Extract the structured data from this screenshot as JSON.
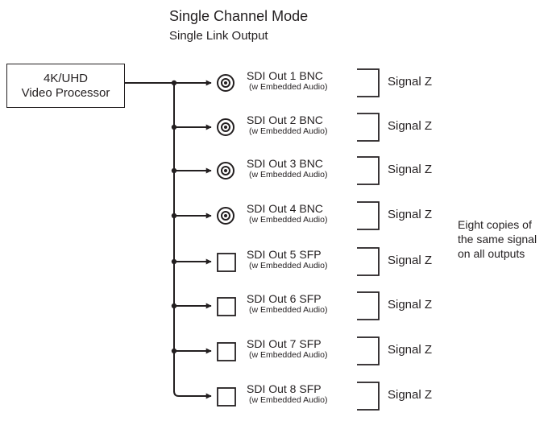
{
  "title": "Single Channel Mode",
  "subtitle": "Single Link Output",
  "processor": {
    "line1": "4K/UHD",
    "line2": "Video Processor"
  },
  "outputs": [
    {
      "name": "SDI Out 1 BNC",
      "sub": "(w Embedded Audio)",
      "connector": "bnc-icon",
      "signal": "Signal Z"
    },
    {
      "name": "SDI Out 2 BNC",
      "sub": "(w Embedded Audio)",
      "connector": "bnc-icon",
      "signal": "Signal Z"
    },
    {
      "name": "SDI Out 3 BNC",
      "sub": "(w Embedded Audio)",
      "connector": "bnc-icon",
      "signal": "Signal Z"
    },
    {
      "name": "SDI Out 4 BNC",
      "sub": "(w Embedded Audio)",
      "connector": "bnc-icon",
      "signal": "Signal Z"
    },
    {
      "name": "SDI Out 5 SFP",
      "sub": "(w Embedded Audio)",
      "connector": "sfp-icon",
      "signal": "Signal Z"
    },
    {
      "name": "SDI Out 6 SFP",
      "sub": "(w Embedded Audio)",
      "connector": "sfp-icon",
      "signal": "Signal Z"
    },
    {
      "name": "SDI Out 7 SFP",
      "sub": "(w Embedded Audio)",
      "connector": "sfp-icon",
      "signal": "Signal Z"
    },
    {
      "name": "SDI Out 8 SFP",
      "sub": "(w Embedded Audio)",
      "connector": "sfp-icon",
      "signal": "Signal Z"
    }
  ],
  "note": {
    "line1": "Eight copies of",
    "line2": "the same signal",
    "line3": "on all outputs"
  },
  "colors": {
    "stroke": "#231f20",
    "background": "#ffffff"
  }
}
